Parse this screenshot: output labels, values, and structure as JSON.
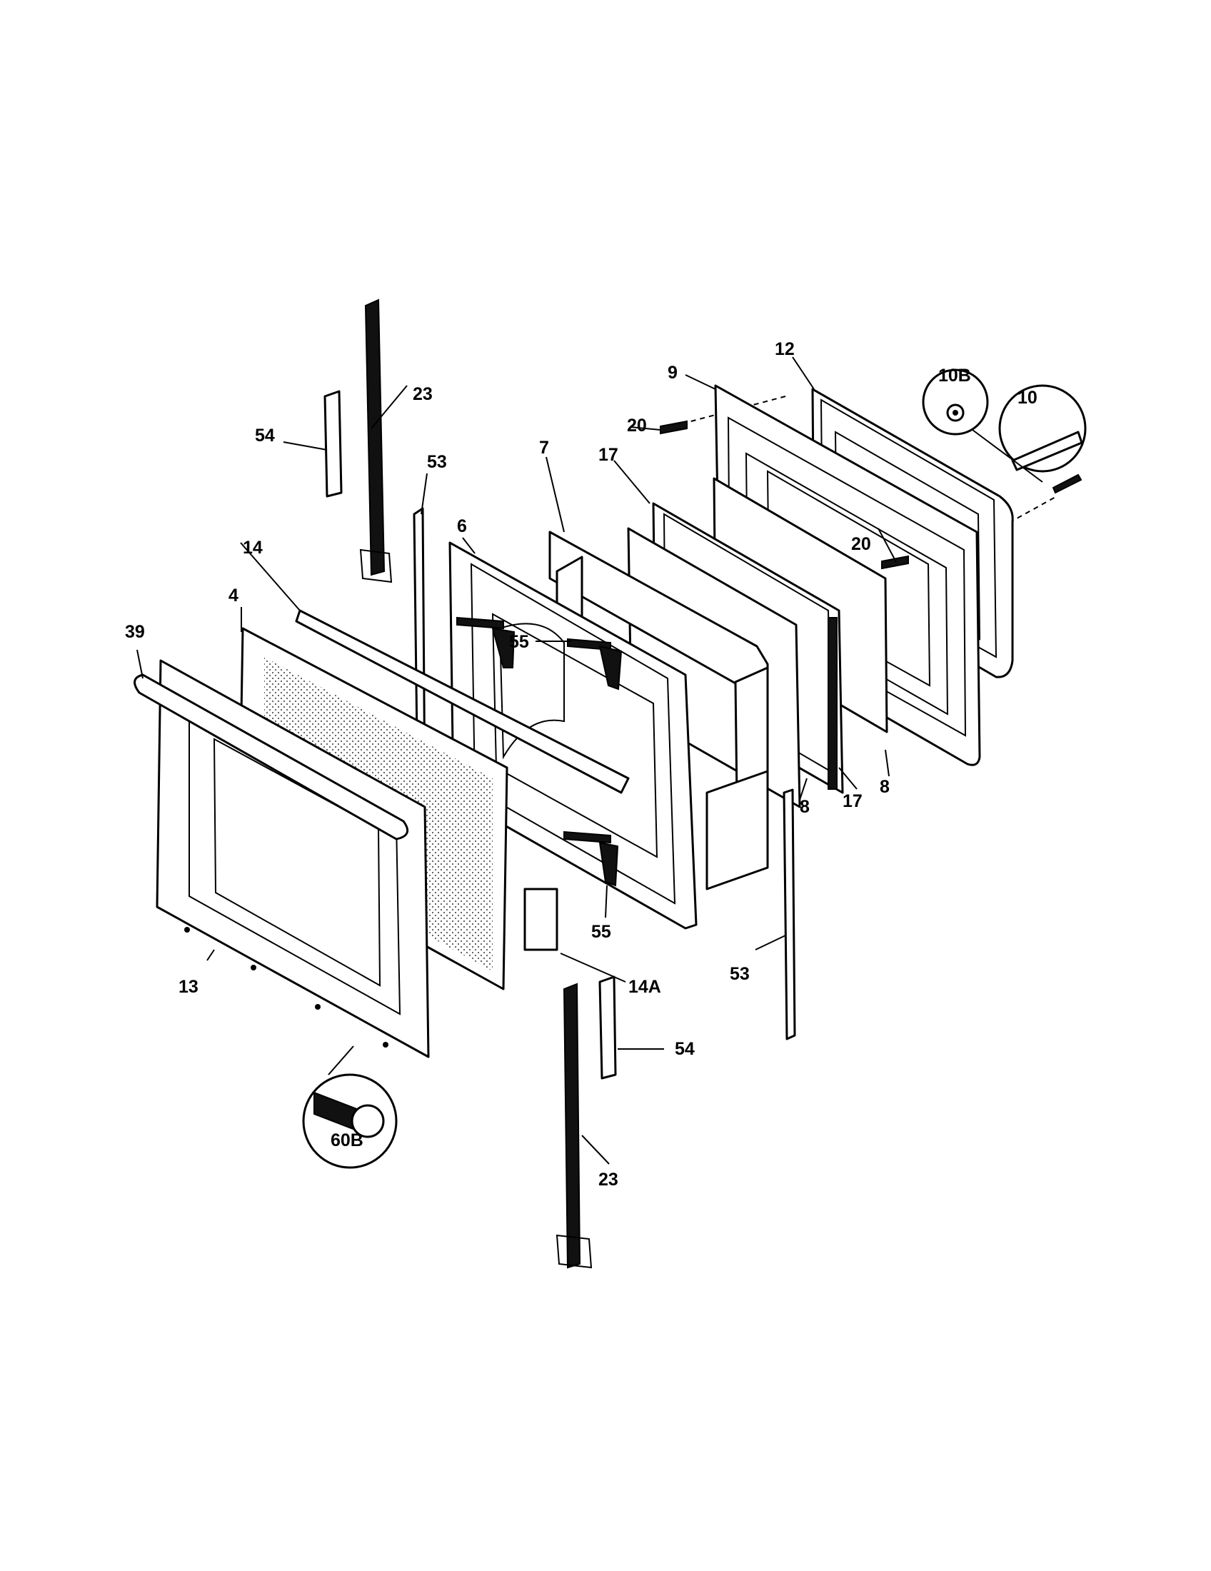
{
  "labels": {
    "l4": "4",
    "l6": "6",
    "l7": "7",
    "l8a": "8",
    "l8b": "8",
    "l9": "9",
    "l10": "10",
    "l10b": "10B",
    "l12": "12",
    "l13": "13",
    "l14": "14",
    "l14a": "14A",
    "l17a": "17",
    "l17b": "17",
    "l20a": "20",
    "l20b": "20",
    "l23a": "23",
    "l23b": "23",
    "l39": "39",
    "l53a": "53",
    "l53b": "53",
    "l54a": "54",
    "l54b": "54",
    "l55a": "55",
    "l55b": "55",
    "l60b": "60B"
  }
}
